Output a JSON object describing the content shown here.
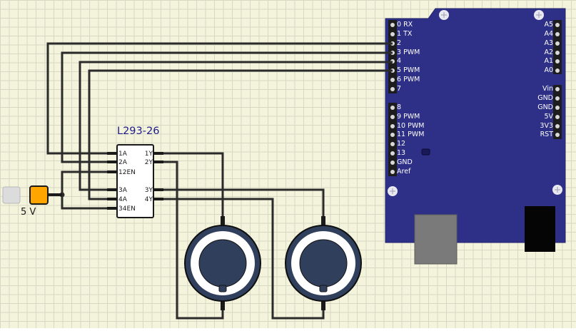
{
  "chip": {
    "title": "L293-26",
    "left_pins": [
      "1A",
      "2A",
      "12EN",
      "3A",
      "4A",
      "34EN"
    ],
    "right_pins": [
      "1Y",
      "2Y",
      "3Y",
      "4Y"
    ]
  },
  "supply": {
    "label": "5 V"
  },
  "arduino": {
    "left_pins": [
      "0  RX",
      "1  TX",
      "2",
      "3  PWM",
      "4",
      "5  PWM",
      "6  PWM",
      "7",
      "8",
      "9   PWM",
      "10 PWM",
      "11 PWM",
      "12",
      "13",
      "GND",
      "Aref"
    ],
    "right_pins_analog": [
      "A5",
      "A4",
      "A3",
      "A2",
      "A1",
      "A0"
    ],
    "right_pins_power": [
      "Vin",
      "GND",
      "GND",
      "5V",
      "3V3",
      "RST"
    ]
  },
  "colors": {
    "board": "#2e2f86",
    "wire": "#2b2b2b",
    "supply": "#ffa500",
    "motor_dark": "#2f3f5c"
  }
}
